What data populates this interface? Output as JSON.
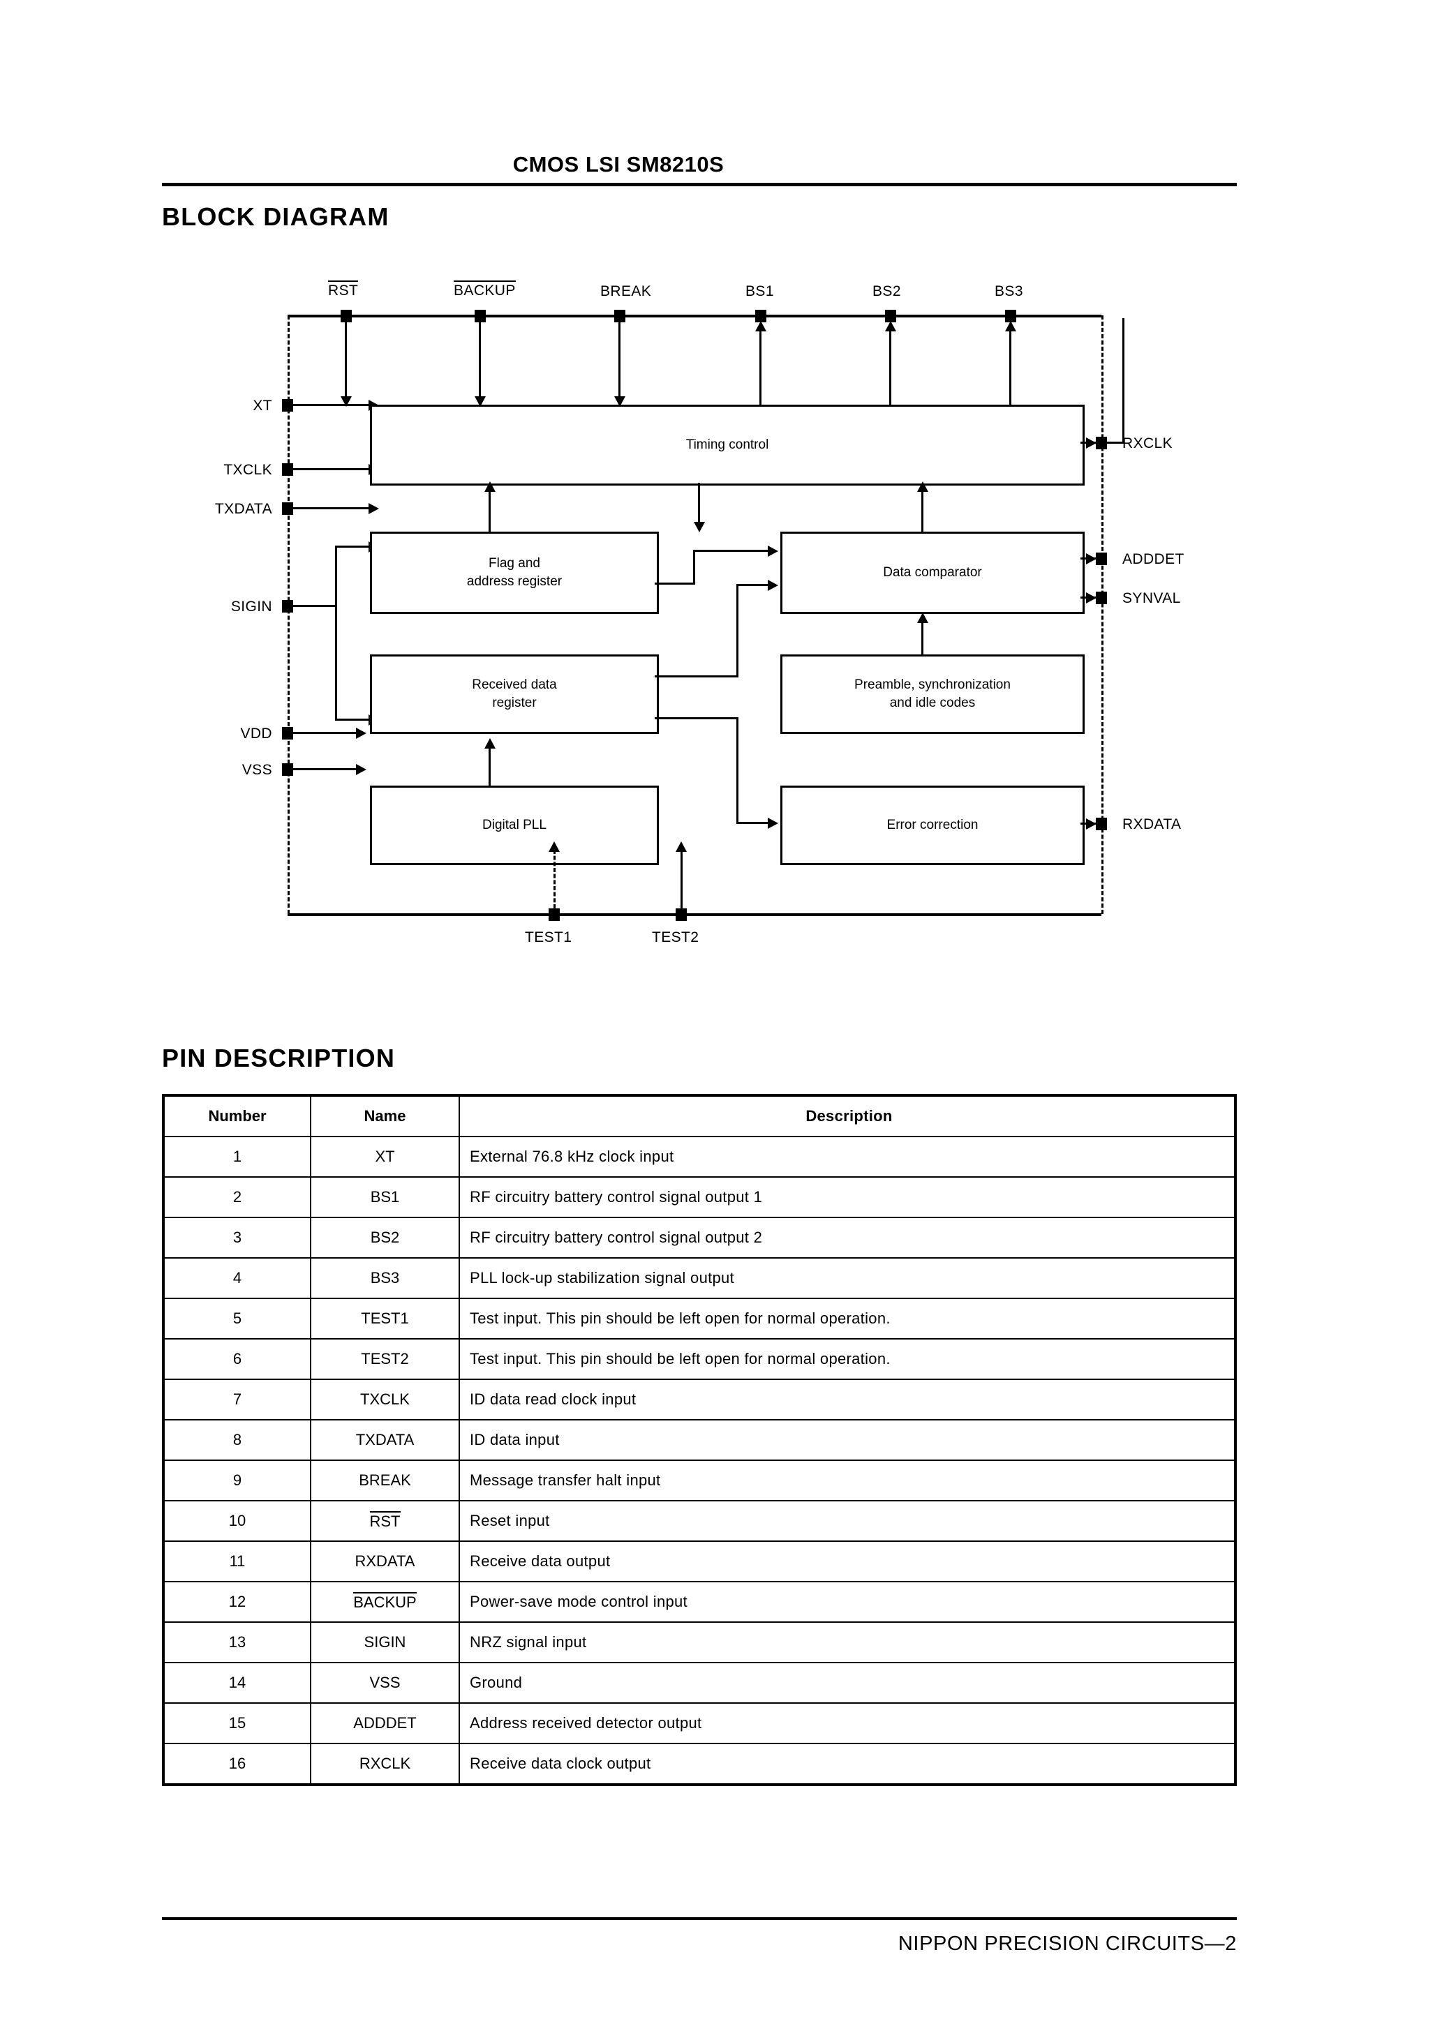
{
  "header": {
    "title": "CMOS LSI SM8210S"
  },
  "sections": {
    "block_diagram_title": "BLOCK DIAGRAM",
    "pin_description_title": "PIN DESCRIPTION"
  },
  "footer": {
    "text": "NIPPON PRECISION CIRCUITS—2"
  },
  "block_diagram": {
    "top_pins": [
      {
        "label": "RST",
        "overbar": true
      },
      {
        "label": "BACKUP",
        "overbar": true
      },
      {
        "label": "BREAK",
        "overbar": false
      },
      {
        "label": "BS1",
        "overbar": false
      },
      {
        "label": "BS2",
        "overbar": false
      },
      {
        "label": "BS3",
        "overbar": false
      }
    ],
    "left_pins": [
      {
        "label": "XT"
      },
      {
        "label": "TXCLK"
      },
      {
        "label": "TXDATA"
      },
      {
        "label": "SIGIN"
      },
      {
        "label": "VDD"
      },
      {
        "label": "VSS"
      }
    ],
    "right_pins": [
      {
        "label": "RXCLK"
      },
      {
        "label": "ADDDET"
      },
      {
        "label": "SYNVAL"
      },
      {
        "label": "RXDATA"
      }
    ],
    "bottom_pins": [
      {
        "label": "TEST1"
      },
      {
        "label": "TEST2"
      }
    ],
    "blocks": [
      {
        "label": "Timing control"
      },
      {
        "label": "Flag and\naddress register"
      },
      {
        "label": "Data comparator"
      },
      {
        "label": "Received data\nregister"
      },
      {
        "label": "Preamble, synchronization\nand idle codes"
      },
      {
        "label": "Digital PLL"
      },
      {
        "label": "Error correction"
      }
    ]
  },
  "pin_table": {
    "columns": [
      "Number",
      "Name",
      "Description"
    ],
    "rows": [
      {
        "number": "1",
        "name": "XT",
        "overbar": false,
        "description": "External 76.8 kHz clock input"
      },
      {
        "number": "2",
        "name": "BS1",
        "overbar": false,
        "description": "RF  circuitry  battery  control  signal  output  1"
      },
      {
        "number": "3",
        "name": "BS2",
        "overbar": false,
        "description": "RF  circuitry  battery  control  signal  output  2"
      },
      {
        "number": "4",
        "name": "BS3",
        "overbar": false,
        "description": "PLL  lock-up  stabilization  signal  output"
      },
      {
        "number": "5",
        "name": "TEST1",
        "overbar": false,
        "description": "Test  input.  This  pin  should  be  left  open  for  normal  operation."
      },
      {
        "number": "6",
        "name": "TEST2",
        "overbar": false,
        "description": "Test  input.  This  pin  should  be  left  open  for  normal  operation."
      },
      {
        "number": "7",
        "name": "TXCLK",
        "overbar": false,
        "description": "ID  data  read  clock  input"
      },
      {
        "number": "8",
        "name": "TXDATA",
        "overbar": false,
        "description": "ID  data  input"
      },
      {
        "number": "9",
        "name": "BREAK",
        "overbar": false,
        "description": "Message  transfer  halt  input"
      },
      {
        "number": "10",
        "name": "RST",
        "overbar": true,
        "description": "Reset  input"
      },
      {
        "number": "11",
        "name": "RXDATA",
        "overbar": false,
        "description": "Receive  data  output"
      },
      {
        "number": "12",
        "name": "BACKUP",
        "overbar": true,
        "description": "Power-save  mode  control  input"
      },
      {
        "number": "13",
        "name": "SIGIN",
        "overbar": false,
        "description": "NRZ  signal  input"
      },
      {
        "number": "14",
        "name": "VSS",
        "overbar": false,
        "description": "Ground"
      },
      {
        "number": "15",
        "name": "ADDDET",
        "overbar": false,
        "description": "Address  received  detector  output"
      },
      {
        "number": "16",
        "name": "RXCLK",
        "overbar": false,
        "description": "Receive  data  clock  output"
      }
    ]
  }
}
